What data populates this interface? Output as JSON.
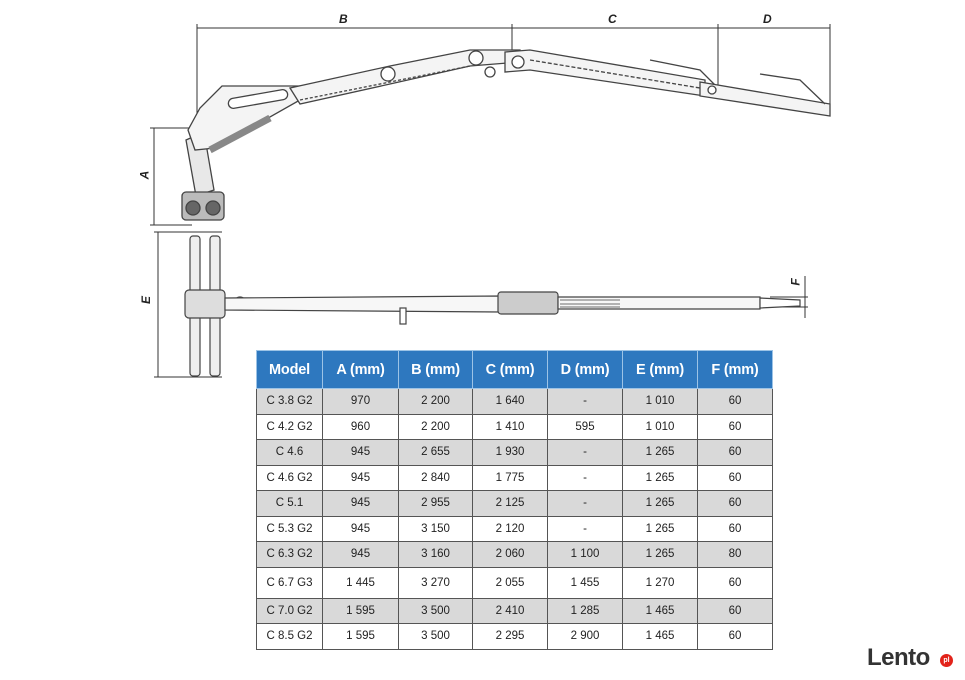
{
  "dimensions": {
    "A": "A",
    "B": "B",
    "C": "C",
    "D": "D",
    "E": "E",
    "F": "F"
  },
  "table": {
    "headers": [
      "Model",
      "A (mm)",
      "B (mm)",
      "C (mm)",
      "D (mm)",
      "E (mm)",
      "F (mm)"
    ],
    "rows": [
      [
        "C 3.8 G2",
        "970",
        "2 200",
        "1 640",
        "-",
        "1 010",
        "60"
      ],
      [
        "C 4.2 G2",
        "960",
        "2 200",
        "1 410",
        "595",
        "1 010",
        "60"
      ],
      [
        "C 4.6",
        "945",
        "2 655",
        "1 930",
        "-",
        "1 265",
        "60"
      ],
      [
        "C 4.6 G2",
        "945",
        "2 840",
        "1 775",
        "-",
        "1 265",
        "60"
      ],
      [
        "C 5.1",
        "945",
        "2 955",
        "2 125",
        "-",
        "1 265",
        "60"
      ],
      [
        "C 5.3 G2",
        "945",
        "3 150",
        "2 120",
        "-",
        "1 265",
        "60"
      ],
      [
        "C 6.3 G2",
        "945",
        "3 160",
        "2 060",
        "1 100",
        "1 265",
        "80"
      ],
      [
        "C 6.7 G3",
        "1 445",
        "3 270",
        "2 055",
        "1 455",
        "1 270",
        "60"
      ],
      [
        "C 7.0 G2",
        "1 595",
        "3 500",
        "2 410",
        "1 285",
        "1 465",
        "60"
      ],
      [
        "C 8.5 G2",
        "1 595",
        "3 500",
        "2 295",
        "2 900",
        "1 465",
        "60"
      ]
    ]
  },
  "watermark": {
    "text": "Lento",
    "badge": "pl"
  }
}
